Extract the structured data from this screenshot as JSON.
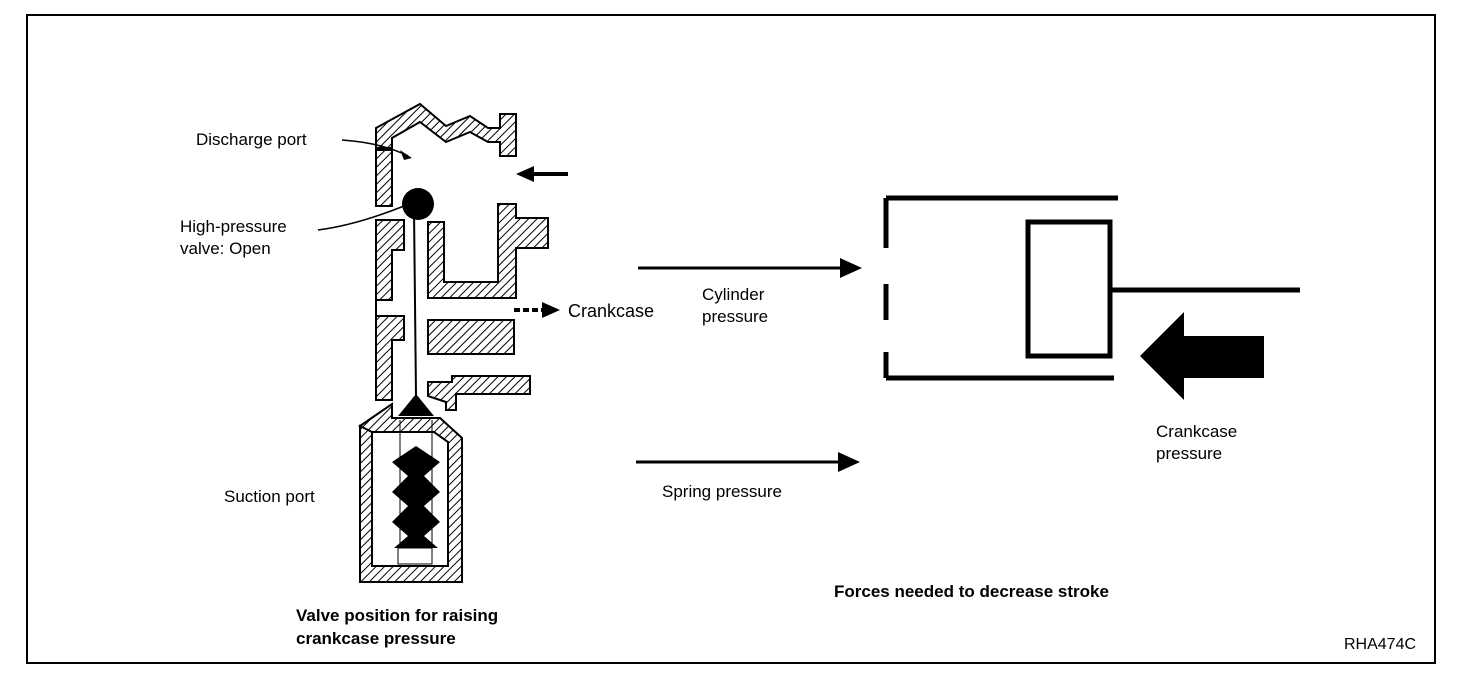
{
  "valve": {
    "discharge_port": "Discharge port",
    "high_pressure_valve": "High-pressure\nvalve: Open",
    "crankcase": "Crankcase",
    "suction_port": "Suction port",
    "caption": "Valve position for raising\ncrankcase pressure"
  },
  "forces": {
    "cylinder_pressure": "Cylinder\npressure",
    "spring_pressure": "Spring pressure",
    "crankcase_pressure": "Crankcase\npressure",
    "caption": "Forces needed to decrease stroke"
  },
  "figure_id": "RHA474C"
}
